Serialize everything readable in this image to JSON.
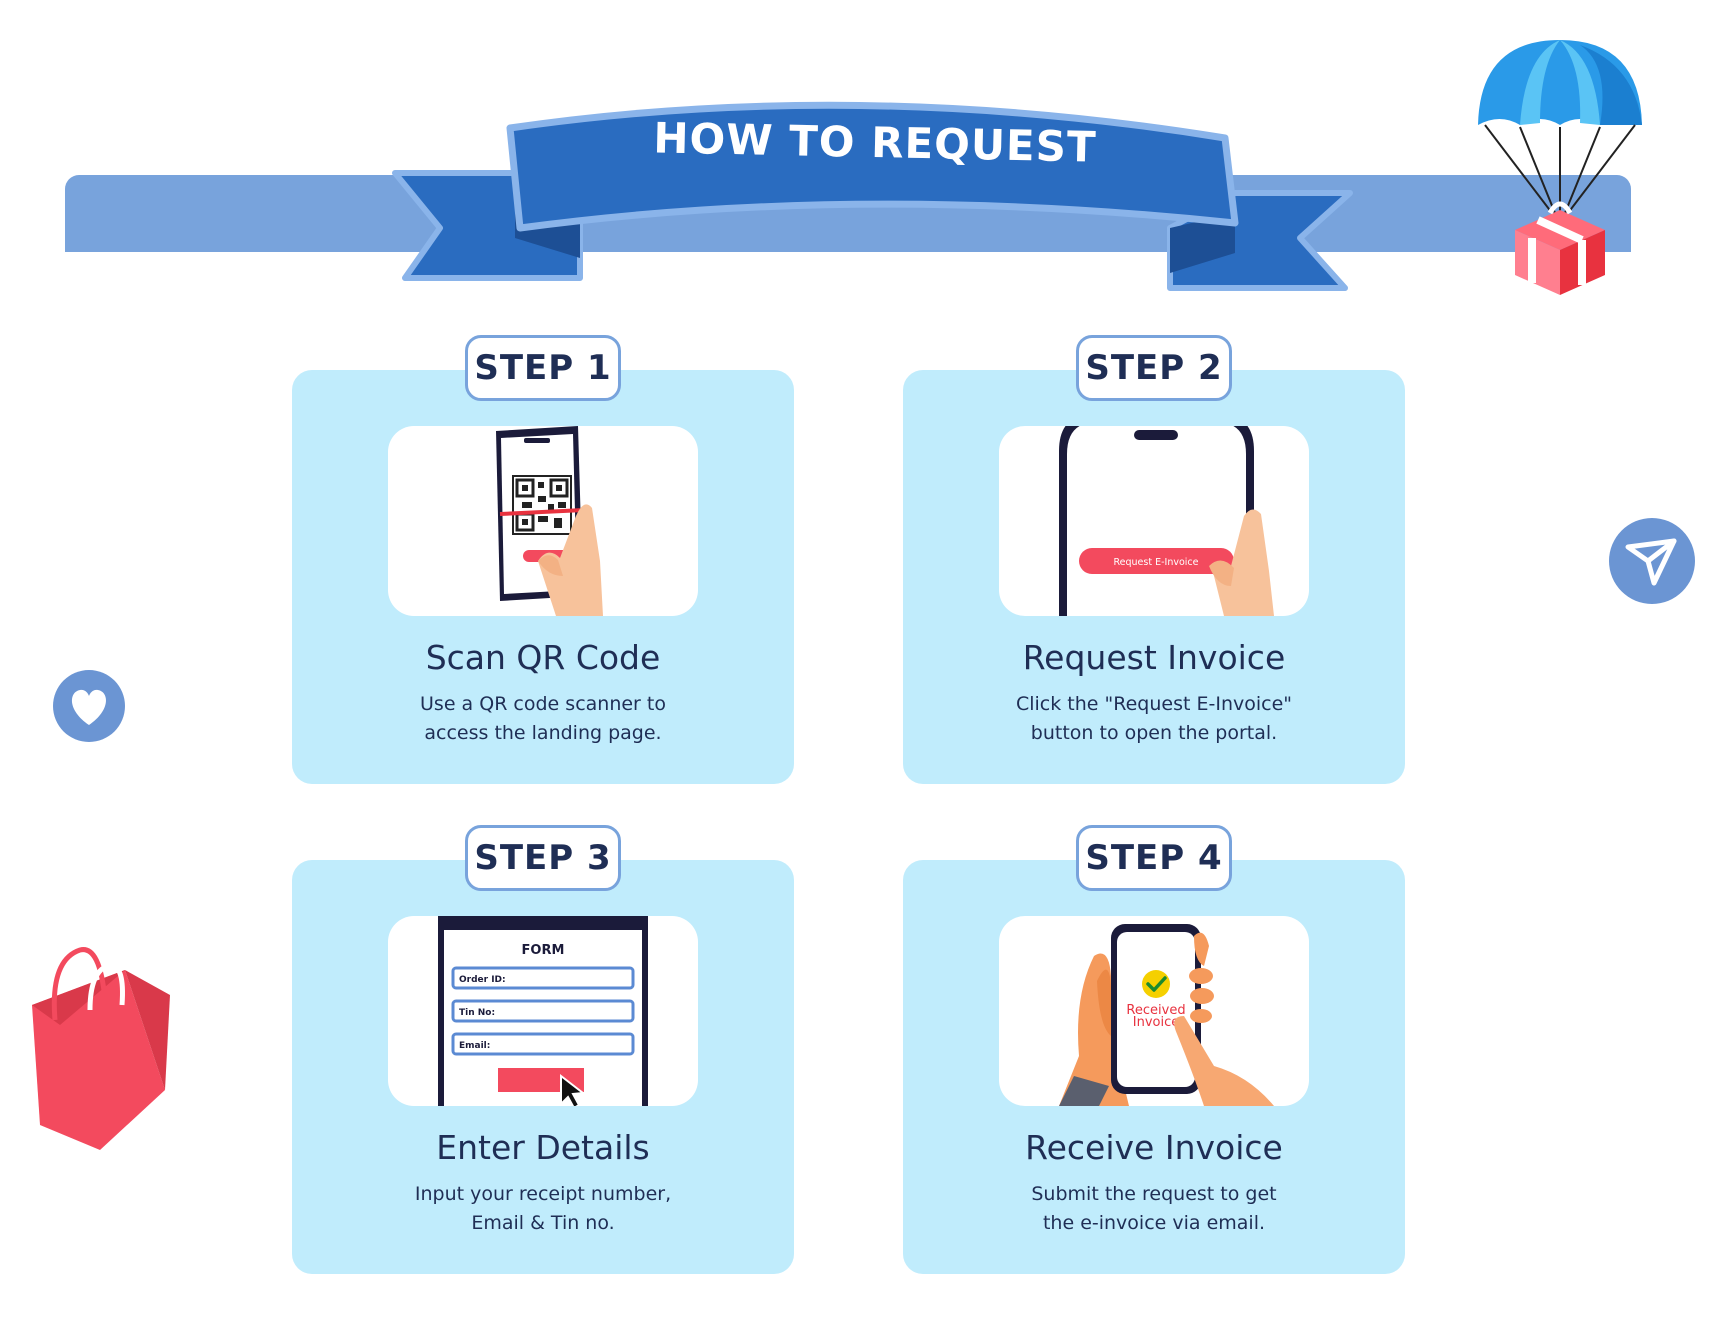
{
  "banner": {
    "title": "HOW TO REQUEST"
  },
  "steps": [
    {
      "badge": "STEP 1",
      "title": "Scan QR Code",
      "desc_line1": "Use a QR code scanner to",
      "desc_line2": "access the landing page.",
      "icon": "qr-scan-phone"
    },
    {
      "badge": "STEP 2",
      "title": "Request Invoice",
      "desc_line1": "Click the \"Request E-Invoice\"",
      "desc_line2": "button to open the portal.",
      "button_label": "Request E-Invoice",
      "icon": "phone-tap"
    },
    {
      "badge": "STEP 3",
      "title": "Enter Details",
      "desc_line1": "Input your receipt number,",
      "desc_line2": "Email & Tin no.",
      "form_heading": "FORM",
      "field1": "Order ID:",
      "field2": "Tin No:",
      "field3": "Email:",
      "icon": "form-screen"
    },
    {
      "badge": "STEP 4",
      "title": "Receive Invoice",
      "desc_line1": "Submit the request to get",
      "desc_line2": "the e-invoice via email.",
      "received_line1": "Received",
      "received_line2": "Invoice",
      "icon": "phone-check"
    }
  ],
  "decorations": [
    "parachute-gift-icon",
    "send-icon",
    "heart-icon",
    "shopping-bag-icon"
  ],
  "colors": {
    "banner_bar": "#78a3dc",
    "ribbon": "#2a6cc0",
    "card": "#c0ecfc",
    "text": "#1f2e55",
    "accent_red": "#f04a5a"
  }
}
